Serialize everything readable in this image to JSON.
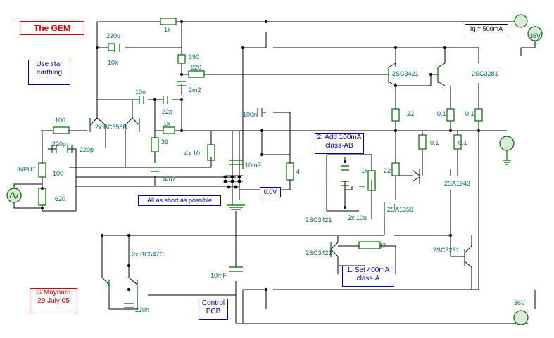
{
  "title": "The  GEM",
  "notes": {
    "star_earthing": [
      "Use star",
      "earthing"
    ],
    "short": "All as short as possible",
    "zero_v": "0.0V",
    "control_pcb": [
      "Control",
      "PCB"
    ],
    "add_100ma": [
      "2. Add 100mA",
      "class-AB"
    ],
    "set_400ma": [
      "1. Set 400mA",
      "class-A"
    ],
    "iq": "Iq = 500mA",
    "author": [
      "G Maynard",
      "29 July 05"
    ]
  },
  "labels": {
    "input": "INPUT",
    "supply_top": "36V",
    "supply_bottom": "36V",
    "r_1k_top": "1k",
    "c_220u": "220u",
    "r_10k": "10k",
    "r_390": "390",
    "r_820": "820",
    "c_2m2": "2m2",
    "c_10n": "10n",
    "c_22p": "22p",
    "r_1k_fb": "1k",
    "q_bc556b": "2x BC556B",
    "r_100_in": "100",
    "c_220p_a": "220p",
    "c_220p_b": "220p",
    "r_100_b": "100",
    "r_620": "620",
    "r_39": "39",
    "c_4m7": "4m7",
    "r_4x10": "4x 10",
    "c_100n": "100n",
    "c_10mf_a": "10mF",
    "r_4": "4",
    "q_2sc3421_a": "2SC3421",
    "q_2sc3281_a": "2SC3281",
    "r_22_a": "22",
    "r_01_a": "0.1",
    "r_01_b": "0.1",
    "r_01_c": "0.1",
    "r_01_d": "0.1",
    "pot_1k": "1k",
    "r_22_b": "22",
    "q_2sa1943": "2SA1943",
    "q_2sc3421_b": "2SC3421",
    "c_2x10u": "2x 10u",
    "q_2sa1358": "2SA1358",
    "pot_47": "47",
    "q_2sc3421_c": "2SC3421",
    "q_2sc3281_b": "2SC3281",
    "q_bc547c": "2x BC547C",
    "c_10mf_b": "10mF",
    "c_220n": "220n"
  },
  "colors": {
    "wire": "#000000",
    "component": "#006400",
    "label_text": "#006464",
    "note_border": "#0000aa",
    "title": "#cc0000"
  }
}
